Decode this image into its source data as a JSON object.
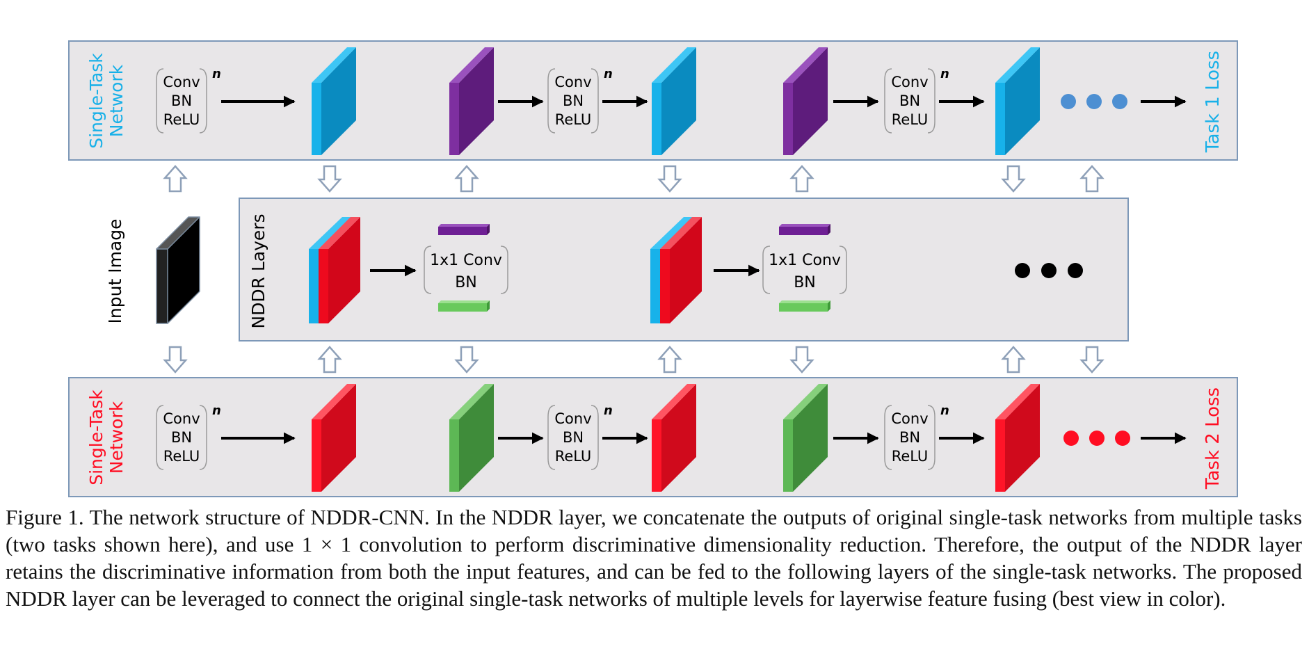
{
  "diagram": {
    "top_network": {
      "side_label_line1": "Single-Task",
      "side_label_line2": "Network",
      "loss_label": "Task 1 Loss",
      "color": "#17b0e8"
    },
    "bottom_network": {
      "side_label_line1": "Single-Task",
      "side_label_line2": "Network",
      "loss_label": "Task 2 Loss",
      "color": "#ff0d22"
    },
    "middle": {
      "side_label": "NDDR Layers",
      "input_label": "Input Image"
    },
    "block": {
      "line1": "Conv",
      "line2": "BN",
      "line3": "ReLU",
      "superscript": "n"
    },
    "nddr_block": {
      "line1": "1x1 Conv",
      "line2": "BN"
    },
    "colors": {
      "panel_fill": "#e8e6e8",
      "panel_border": "#7d98b8",
      "blue_feature": "#0aa9e6",
      "purple_feature": "#7a2a98",
      "red_feature": "#ee0a1e",
      "green_feature": "#4fa84a",
      "input_feature": "#111111"
    }
  },
  "caption": "Figure 1. The network structure of NDDR-CNN. In the NDDR layer, we concatenate the outputs of original single-task networks from multiple tasks (two tasks shown here), and use 1 × 1 convolution to perform discriminative dimensionality reduction. Therefore, the output of the NDDR layer retains the discriminative information from both the input features, and can be fed to the following layers of the single-task networks. The proposed NDDR layer can be leveraged to connect the original single-task networks of multiple levels for layerwise feature fusing (best view in color)."
}
